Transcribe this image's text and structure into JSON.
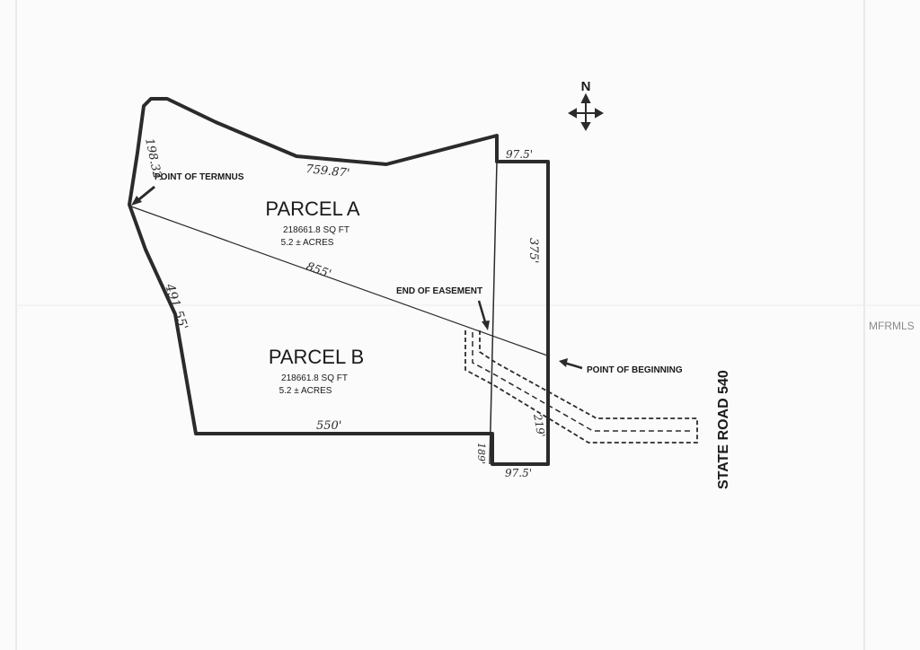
{
  "watermark": "MFRMLS",
  "compass": {
    "north_label": "N",
    "icon": "compass-arrows-icon"
  },
  "parcel_a": {
    "title": "PARCEL A",
    "area": "218661.8 SQ FT",
    "acres": "5.2 ± ACRES"
  },
  "parcel_b": {
    "title": "PARCEL B",
    "area": "218661.8 SQ FT",
    "acres": "5.2 ± ACRES"
  },
  "callouts": {
    "termnus": "POINT OF TERMNUS",
    "easement_end": "END OF EASEMENT",
    "beginning": "POINT OF BEGINNING"
  },
  "road": "STATE ROAD 540",
  "dimensions": {
    "top_edge": "759.87'",
    "top_right": "97.5'",
    "right_upper": "375'",
    "diagonal": "855'",
    "left_upper": "198.32'",
    "left_lower": "491.55'",
    "bottom_edge": "550'",
    "bottom_right": "97.5'",
    "inner_lower": "189'",
    "right_lower": "219'"
  },
  "colors": {
    "line": "#2b2b2b",
    "paper": "#fbfbfb"
  }
}
